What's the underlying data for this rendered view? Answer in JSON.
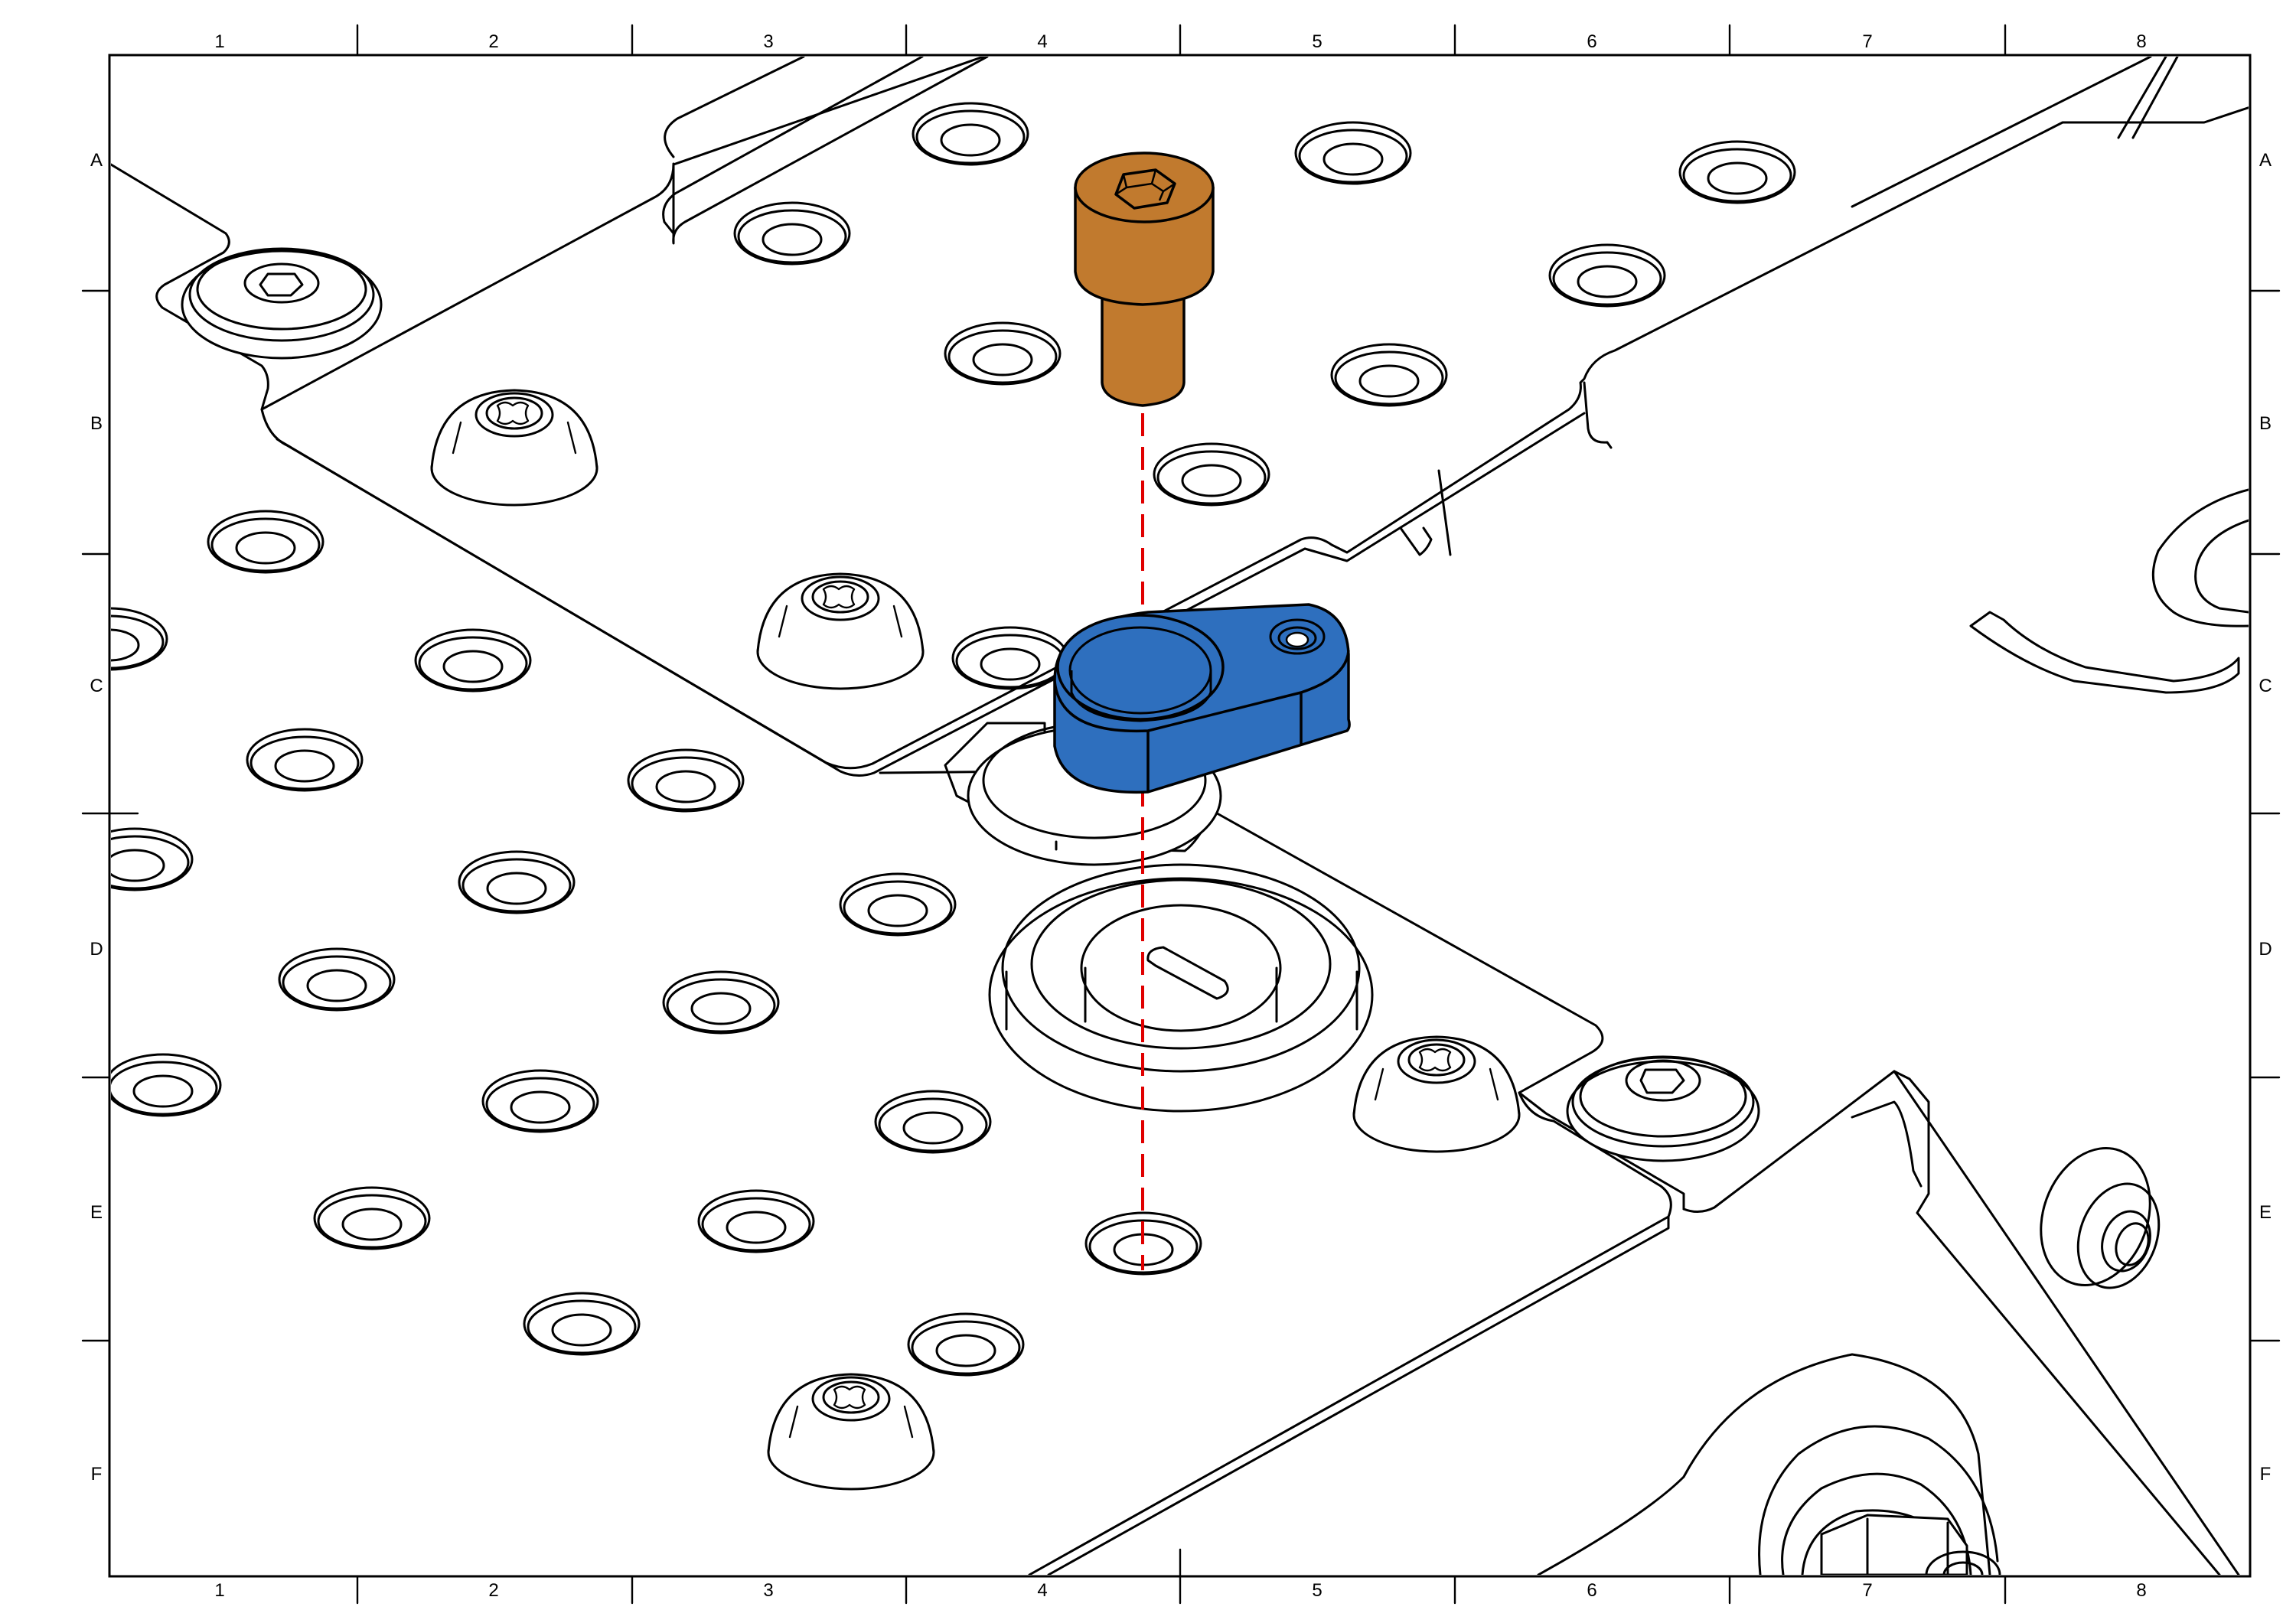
{
  "frame": {
    "column_labels": [
      "1",
      "2",
      "3",
      "4",
      "5",
      "6",
      "7",
      "8"
    ],
    "row_labels": [
      "A",
      "B",
      "C",
      "D",
      "E",
      "F"
    ]
  },
  "parts": {
    "screw": {
      "color": "#c17a2e",
      "icon": "socket-head-cap-screw"
    },
    "bracket": {
      "color": "#2e6fbe",
      "icon": "offset-mounting-bracket"
    },
    "assembly_axis": {
      "color": "#e00000",
      "style": "dashed"
    }
  }
}
